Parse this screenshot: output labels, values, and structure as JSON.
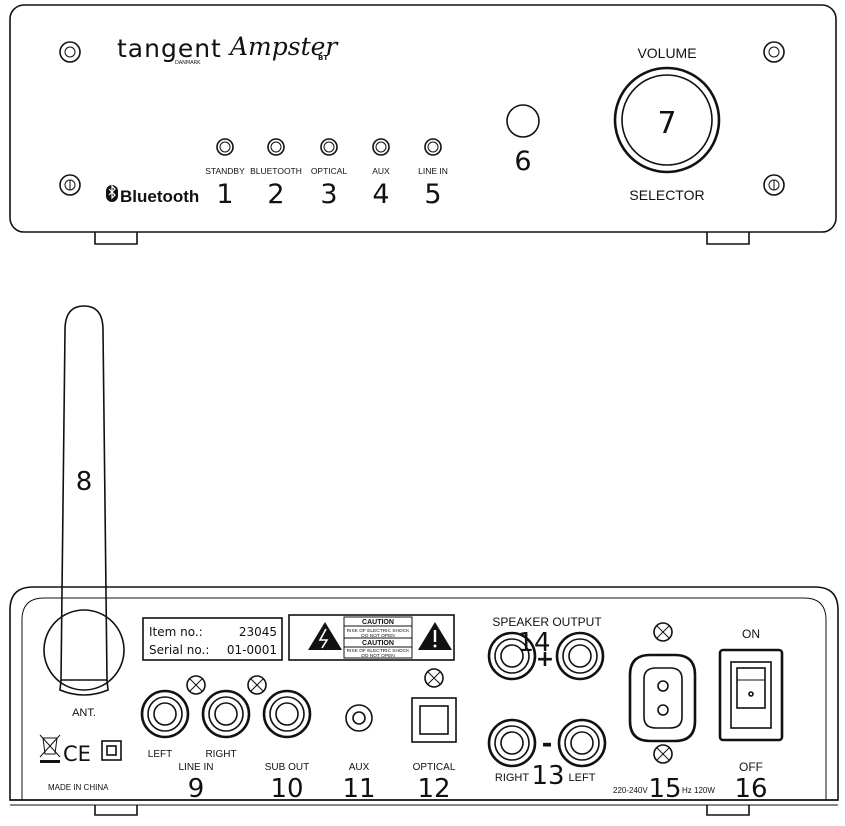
{
  "front": {
    "brand_logo": "tangent",
    "brand_sub": "DANMARK",
    "model_logo": "Ampster",
    "model_suffix": "BT",
    "bluetooth_logo": "Bluetooth",
    "volume_label": "VOLUME",
    "selector_label": "SELECTOR",
    "buttons": [
      {
        "label": "STANDBY",
        "number": "1"
      },
      {
        "label": "BLUETOOTH",
        "number": "2"
      },
      {
        "label": "OPTICAL",
        "number": "3"
      },
      {
        "label": "AUX",
        "number": "4"
      },
      {
        "label": "LINE IN",
        "number": "5"
      }
    ],
    "ir_number": "6",
    "knob_number": "7"
  },
  "antenna": {
    "number": "8",
    "label": "ANT."
  },
  "rear": {
    "item_label": "Item no.:",
    "item_value": "23045",
    "serial_label": "Serial no.:",
    "serial_value": "01-0001",
    "caution_title": "CAUTION",
    "caution_line1": "RISK OF ELECTRIC SHOCK",
    "caution_line2": "DO NOT OPEN",
    "line_in": {
      "left": "LEFT",
      "right": "RIGHT",
      "label": "LINE IN",
      "number": "9"
    },
    "sub_out": {
      "label": "SUB OUT",
      "number": "10"
    },
    "aux": {
      "label": "AUX",
      "number": "11"
    },
    "optical": {
      "label": "OPTICAL",
      "number": "12"
    },
    "speaker": {
      "title": "SPEAKER OUTPUT",
      "plus_number": "14",
      "plus_sign": "+",
      "minus_number": "13",
      "minus_sign": "-",
      "right": "RIGHT",
      "left": "LEFT"
    },
    "power": {
      "voltage": "220-240V",
      "spec": "Hz 120W",
      "number": "15"
    },
    "switch": {
      "on": "ON",
      "off": "OFF",
      "number": "16"
    },
    "made_in": "MADE IN CHINA",
    "cert_ce": "CE"
  }
}
